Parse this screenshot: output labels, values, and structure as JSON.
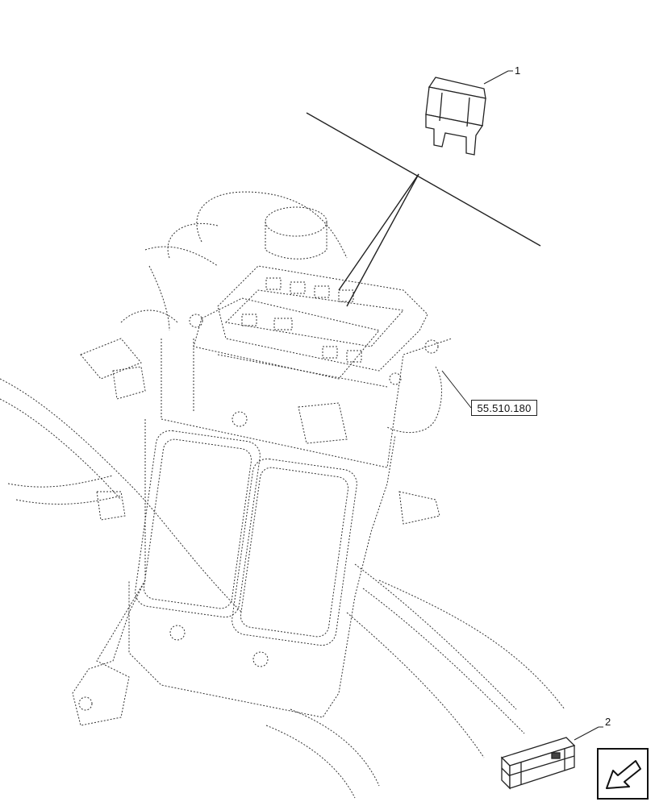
{
  "callouts": {
    "item_1": "1",
    "item_2": "2"
  },
  "reference": {
    "label": "55.510.180"
  },
  "navigation": {
    "icon": "arrow-down-left-icon"
  }
}
